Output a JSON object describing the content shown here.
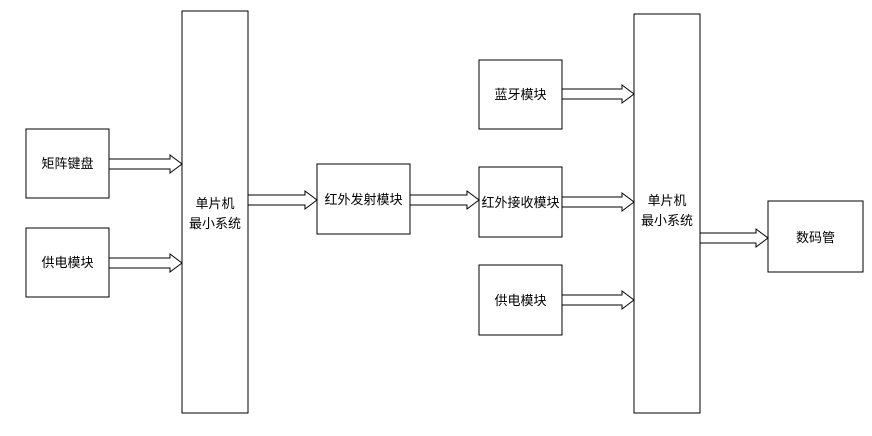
{
  "diagram": {
    "keypad": "矩阵键盘",
    "power_left": "供电模块",
    "mcu_left": [
      "单片机",
      "最小系统"
    ],
    "ir_tx": "红外发射模块",
    "bluetooth": "蓝牙模块",
    "ir_rx": "红外接收模块",
    "power_right": "供电模块",
    "mcu_right": [
      "单片机",
      "最小系统"
    ],
    "display": "数码管"
  }
}
